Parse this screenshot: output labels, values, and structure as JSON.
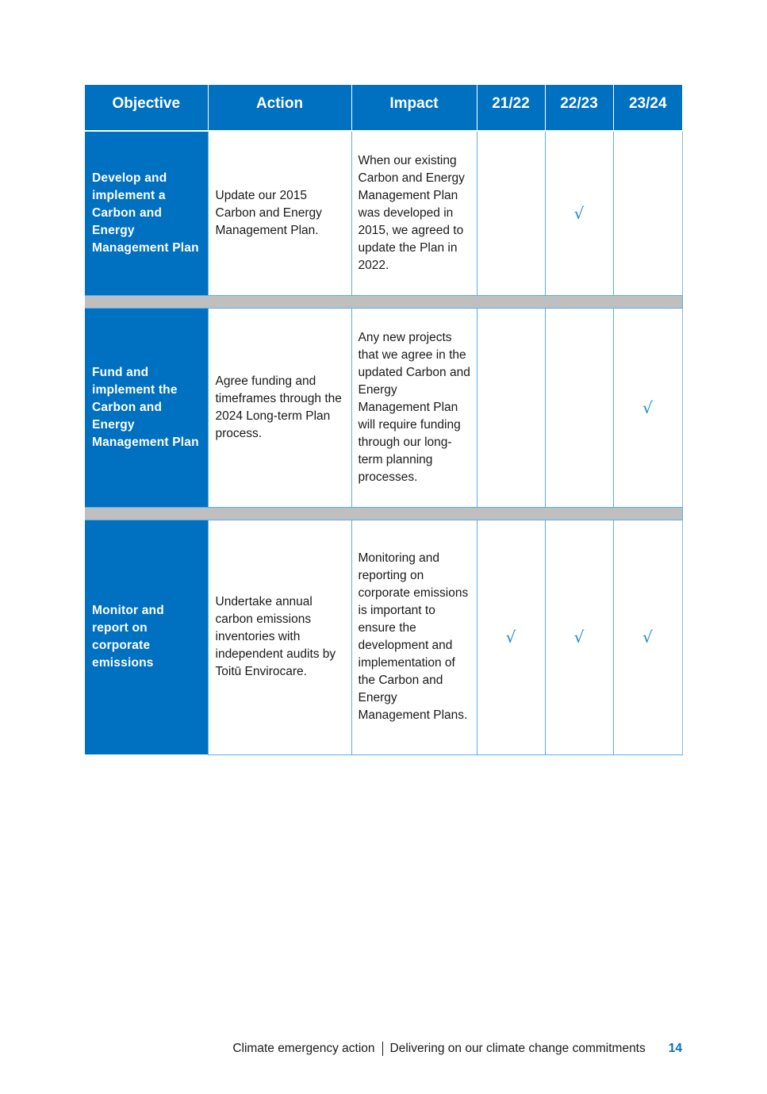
{
  "table": {
    "headers": {
      "objective": "Objective",
      "action": "Action",
      "impact": "Impact",
      "y1": "21/22",
      "y2": "22/23",
      "y3": "23/24"
    },
    "rows": [
      {
        "objective": "Develop and implement a Carbon and Energy Management Plan",
        "action": "Update our 2015 Carbon and Energy Management Plan.",
        "impact": "When our existing Carbon and Energy Management Plan was developed in 2015, we agreed to update the Plan in 2022.",
        "y1": "",
        "y2": "√",
        "y3": ""
      },
      {
        "objective": "Fund and implement the Carbon and Energy Management Plan",
        "action": "Agree funding and timeframes through the 2024 Long-term Plan process.",
        "impact": "Any new projects that we agree in the updated Carbon and Energy Management Plan will require funding through our long-term planning processes.",
        "y1": "",
        "y2": "",
        "y3": "√"
      },
      {
        "objective": "Monitor and report on corporate emissions",
        "action": "Undertake annual carbon emissions inventories with independent audits by Toitū Envirocare.",
        "impact": "Monitoring and reporting on corporate emissions is important to ensure the development and implementation of the Carbon and Energy Management Plans.",
        "y1": "√",
        "y2": "√",
        "y3": "√"
      }
    ]
  },
  "footer": {
    "section": "Climate emergency action",
    "subtitle": "Delivering on our climate change commitments",
    "page_number": "14"
  },
  "colors": {
    "brand_blue": "#0070c0",
    "spacer_grey": "#bfbfbf",
    "border_blue": "#5aaee6"
  }
}
